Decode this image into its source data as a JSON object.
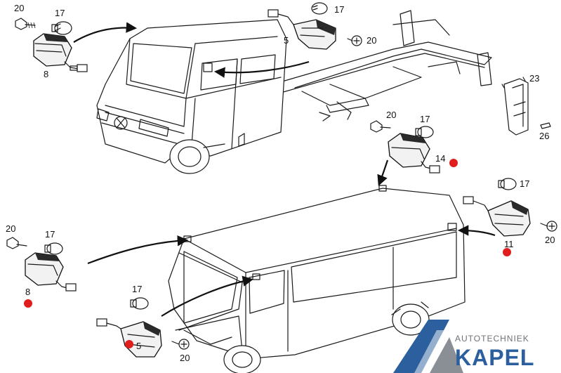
{
  "parts": {
    "p17_a": "17",
    "p20_a": "20",
    "p8_a": "8",
    "p17_b": "17",
    "p5_b": "5",
    "p20_b": "20",
    "p23": "23",
    "p26": "26",
    "p20_c": "20",
    "p17_c": "17",
    "p14": "14",
    "p17_d": "17",
    "p11": "11",
    "p20_d": "20",
    "p20_e": "20",
    "p17_e": "17",
    "p8_b": "8",
    "p17_f": "17",
    "p5_c": "5",
    "p20_f": "20"
  },
  "logo": {
    "top_text": "AUTOTECHNIEK",
    "main_text": "KAPEL"
  },
  "colors": {
    "marker": "#e01e1e",
    "logo_blue": "#2b5f9e",
    "logo_gray": "#8a8f96"
  }
}
